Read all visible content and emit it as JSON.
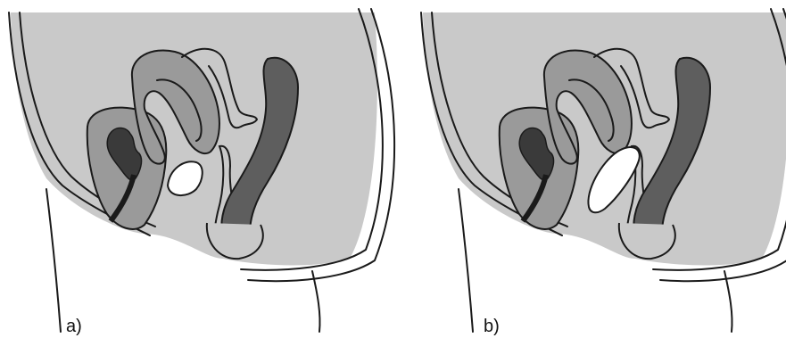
{
  "panels": [
    {
      "label": "a)",
      "pessary_state": "small-insert"
    },
    {
      "label": "b)",
      "pessary_state": "tilted-insert"
    }
  ],
  "colors": {
    "cavity": "#c9c9c9",
    "organ_mid": "#9a9a9a",
    "organ_dark": "#5e5e5e",
    "lumen": "#3a3a3a",
    "line": "#1a1a1a",
    "pessary": "#ffffff"
  }
}
